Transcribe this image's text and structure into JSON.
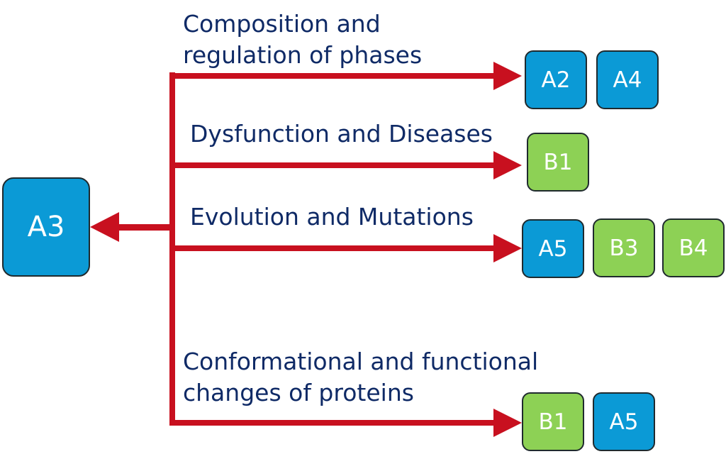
{
  "source": {
    "label": "A3",
    "color": "#0b9ad6"
  },
  "branches": [
    {
      "title_line1": "Composition and",
      "title_line2": "regulation of phases",
      "targets": [
        {
          "label": "A2",
          "color": "blue"
        },
        {
          "label": "A4",
          "color": "blue"
        }
      ]
    },
    {
      "title_line1": "Dysfunction and Diseases",
      "targets": [
        {
          "label": "B1",
          "color": "green"
        }
      ]
    },
    {
      "title_line1": "Evolution and Mutations",
      "targets": [
        {
          "label": "A5",
          "color": "blue"
        },
        {
          "label": "B3",
          "color": "green"
        },
        {
          "label": "B4",
          "color": "green"
        }
      ]
    },
    {
      "title_line1": "Conformational and functional",
      "title_line2": "changes of proteins",
      "targets": [
        {
          "label": "B1",
          "color": "green"
        },
        {
          "label": "A5",
          "color": "blue"
        }
      ]
    }
  ],
  "colors": {
    "arrow": "#c8101f",
    "blue_box": "#0b9ad6",
    "green_box": "#8dd155",
    "text": "#0f2a66"
  }
}
